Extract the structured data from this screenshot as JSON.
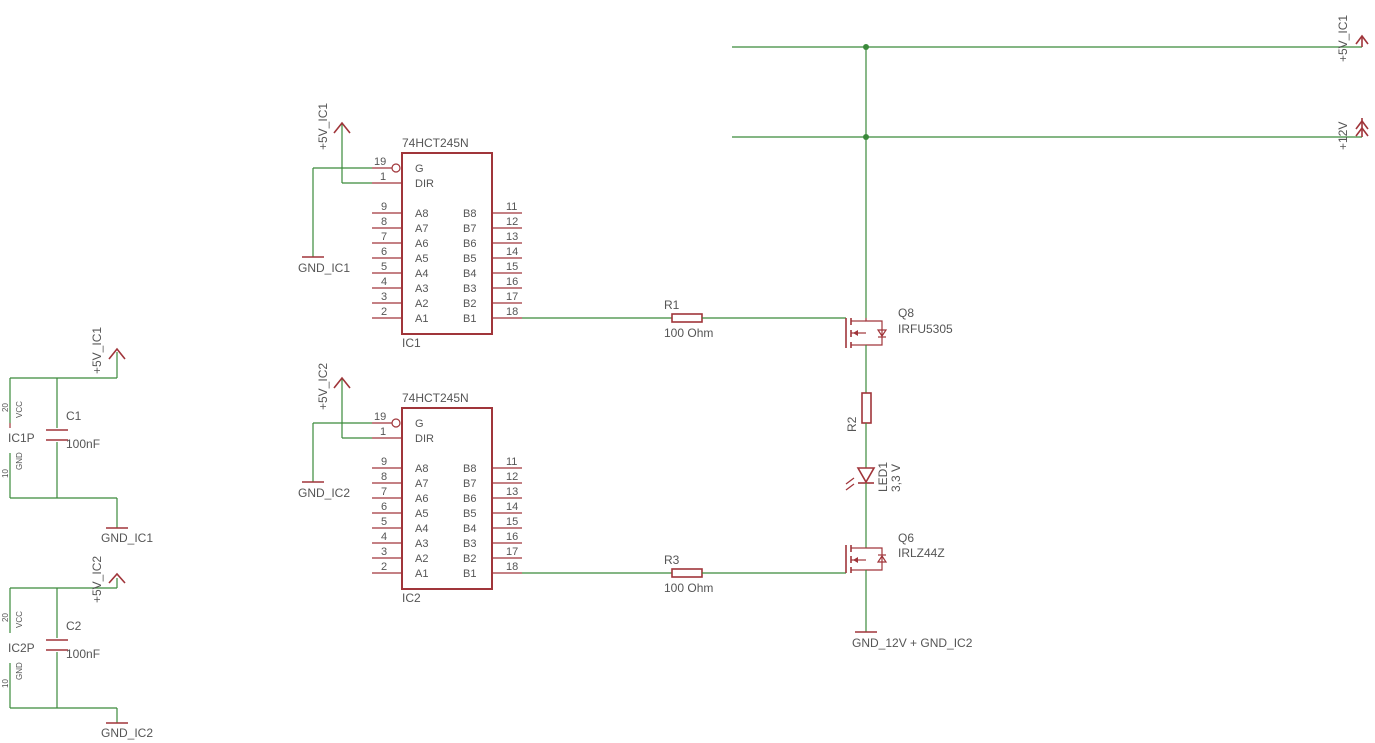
{
  "colors": {
    "wire": "#3b8a3b",
    "part": "#a0353a",
    "text": "#555555"
  },
  "ic1": {
    "value": "74HCT245N",
    "name": "IC1",
    "vcc": "+5V_IC1",
    "gnd": "GND_IC1"
  },
  "ic2": {
    "value": "74HCT245N",
    "name": "IC2",
    "vcc": "+5V_IC2",
    "gnd": "GND_IC2"
  },
  "ic_pins": {
    "g_num": "19",
    "g_lbl": "G",
    "dir_num": "1",
    "dir_lbl": "DIR",
    "left": [
      {
        "num": "9",
        "lbl": "A8"
      },
      {
        "num": "8",
        "lbl": "A7"
      },
      {
        "num": "7",
        "lbl": "A6"
      },
      {
        "num": "6",
        "lbl": "A5"
      },
      {
        "num": "5",
        "lbl": "A4"
      },
      {
        "num": "4",
        "lbl": "A3"
      },
      {
        "num": "3",
        "lbl": "A2"
      },
      {
        "num": "2",
        "lbl": "A1"
      }
    ],
    "right": [
      {
        "num": "11",
        "lbl": "B8"
      },
      {
        "num": "12",
        "lbl": "B7"
      },
      {
        "num": "13",
        "lbl": "B6"
      },
      {
        "num": "14",
        "lbl": "B5"
      },
      {
        "num": "15",
        "lbl": "B4"
      },
      {
        "num": "16",
        "lbl": "B3"
      },
      {
        "num": "17",
        "lbl": "B2"
      },
      {
        "num": "18",
        "lbl": "B1"
      }
    ]
  },
  "power1": {
    "vcc": "+5V_IC1",
    "gnd": "GND_IC1",
    "part": "IC1P",
    "cap": "C1",
    "cap_value": "100nF",
    "vcc_pin": "20",
    "gnd_pin": "10",
    "vcc_lbl": "VCC",
    "gnd_lbl": "GND"
  },
  "power2": {
    "vcc": "+5V_IC2",
    "gnd": "GND_IC2",
    "part": "IC2P",
    "cap": "C2",
    "cap_value": "100nF",
    "vcc_pin": "20",
    "gnd_pin": "10",
    "vcc_lbl": "VCC",
    "gnd_lbl": "GND"
  },
  "rails": {
    "top": "+5V_IC1",
    "second": "+12V"
  },
  "r1": {
    "name": "R1",
    "value": "100 Ohm"
  },
  "r3": {
    "name": "R3",
    "value": "100 Ohm"
  },
  "q8": {
    "name": "Q8",
    "value": "IRFU5305"
  },
  "q6": {
    "name": "Q6",
    "value": "IRLZ44Z"
  },
  "r2": {
    "name": "R2"
  },
  "led1": {
    "name": "LED1",
    "value": "3,3 V"
  },
  "gnd_bottom": "GND_12V + GND_IC2"
}
